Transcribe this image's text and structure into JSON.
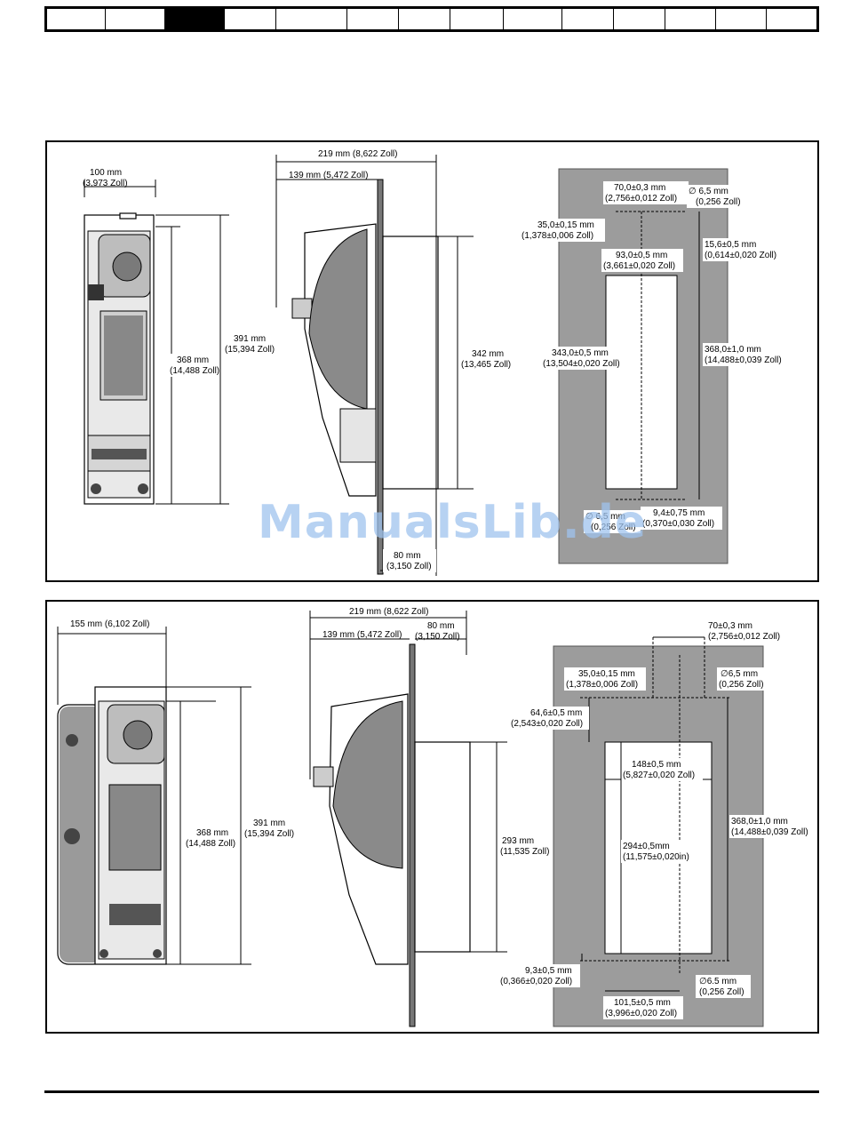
{
  "watermark": "ManualsLib.de",
  "top": {
    "w100": "100 mm",
    "w100z": "(3,973 Zoll)",
    "w219": "219 mm (8,622 Zoll)",
    "w139": "139 mm (5,472 Zoll)",
    "h368": "368 mm",
    "h368z": "(14,488 Zoll)",
    "h391": "391 mm",
    "h391z": "(15,394 Zoll)",
    "h342": "342 mm",
    "h342z": "(13,465 Zoll)",
    "w80": "80 mm",
    "w80z": "(3,150 Zoll)",
    "c70": "70,0±0,3 mm",
    "c70z": "(2,756±0,012 Zoll)",
    "d65": "∅ 6,5 mm",
    "d65z": "(0,256 Zoll)",
    "c35": "35,0±0,15 mm",
    "c35z": "(1,378±0,006 Zoll)",
    "c156": "15,6±0,5 mm",
    "c156z": "(0,614±0,020 Zoll)",
    "c93": "93,0±0,5 mm",
    "c93z": "(3,661±0,020 Zoll)",
    "c343": "343,0±0,5 mm",
    "c343z": "(13,504±0,020 Zoll)",
    "c368": "368,0±1,0 mm",
    "c368z": "(14,488±0,039 Zoll)",
    "d65b": "∅ 6,5 mm",
    "d65bz": "(0,256 Zoll)",
    "c94": "9,4±0,75 mm",
    "c94z": "(0,370±0,030 Zoll)"
  },
  "bottom": {
    "w155": "155 mm (6,102 Zoll)",
    "w219": "219 mm (8,622 Zoll)",
    "w139": "139 mm (5,472 Zoll)",
    "w80": "80 mm",
    "w80z": "(3,150 Zoll)",
    "h368": "368 mm",
    "h368z": "(14,488 Zoll)",
    "h391": "391 mm",
    "h391z": "(15,394 Zoll)",
    "h293": "293 mm",
    "h293z": "(11,535 Zoll)",
    "c70": "70±0,3 mm",
    "c70z": "(2,756±0,012 Zoll)",
    "c35": "35,0±0,15 mm",
    "c35z": "(1,378±0,006 Zoll)",
    "d65": "∅6,5 mm",
    "d65z": "(0,256 Zoll)",
    "c646": "64,6±0,5 mm",
    "c646z": "(2,543±0,020 Zoll)",
    "c148": "148±0,5 mm",
    "c148z": "(5,827±0,020 Zoll)",
    "c294": "294±0,5mm",
    "c294z": "(11,575±0,020in)",
    "c368": "368,0±1,0 mm",
    "c368z": "(14,488±0,039 Zoll)",
    "c93": "9,3±0,5 mm",
    "c93z": "(0,366±0,020 Zoll)",
    "d65b": "∅6.5 mm",
    "d65bz": "(0,256 Zoll)",
    "c1015": "101,5±0,5 mm",
    "c1015z": "(3,996±0,020 Zoll)"
  }
}
